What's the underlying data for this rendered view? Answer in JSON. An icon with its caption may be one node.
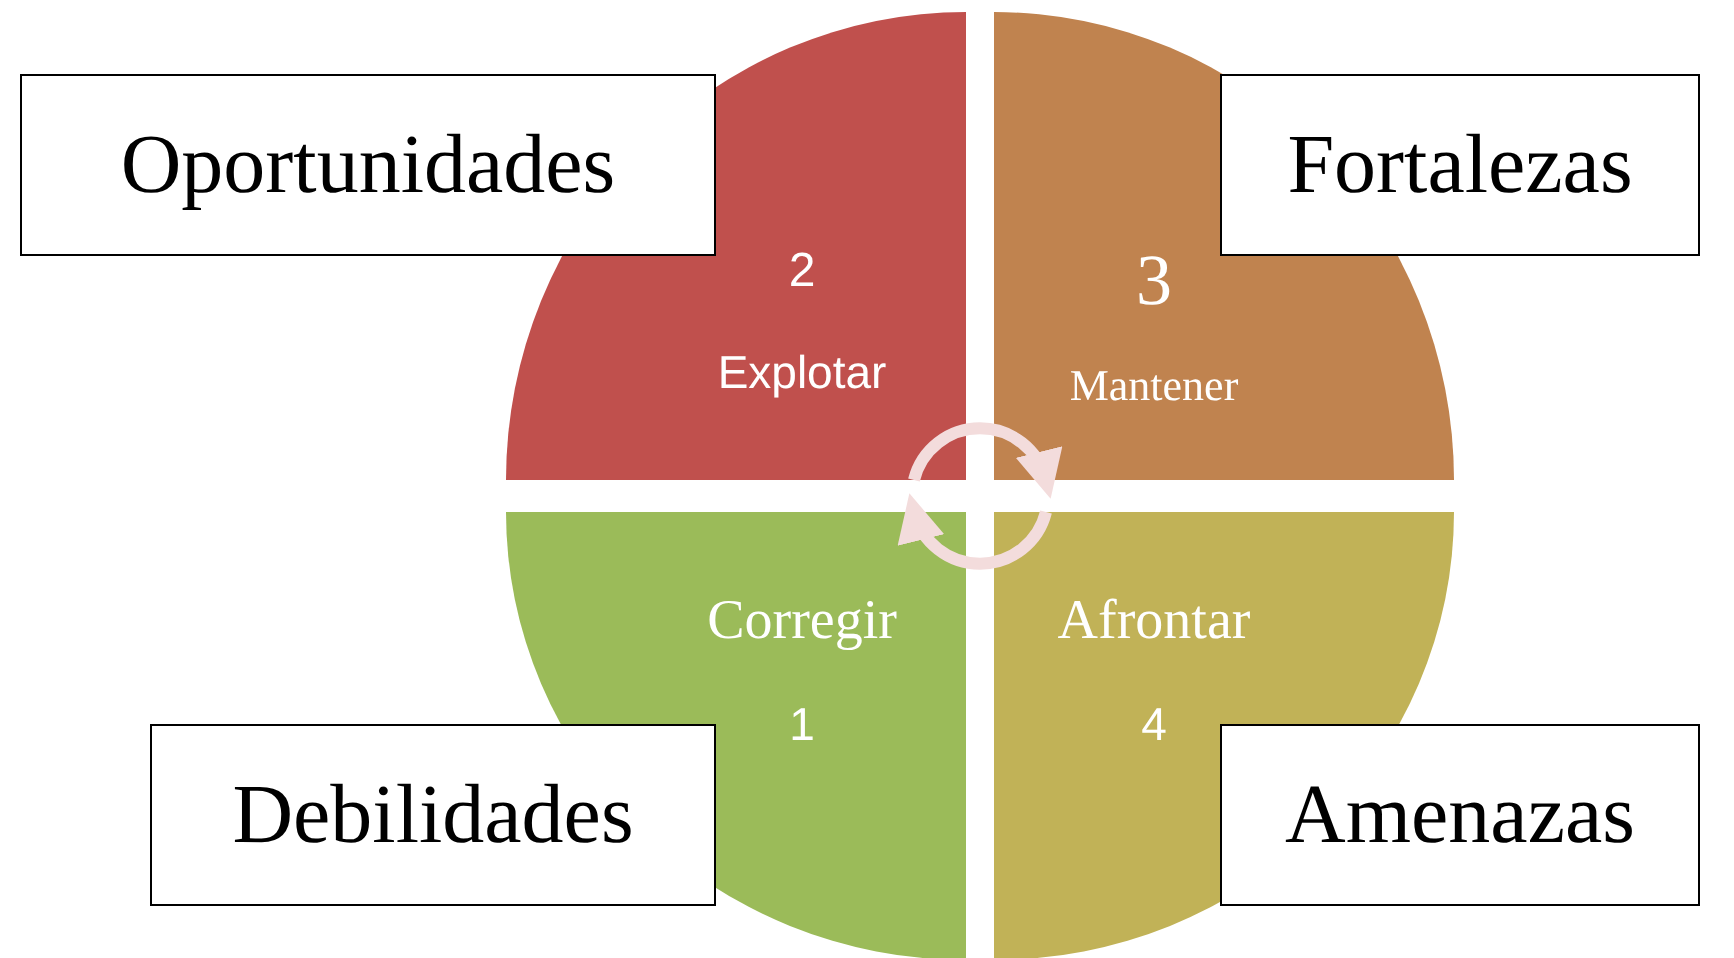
{
  "diagram": {
    "nodes": [
      {
        "text": [
          "2",
          "Explotar"
        ]
      },
      {
        "text": [
          "3",
          "Mantener"
        ]
      },
      {
        "text": [
          "Corregir",
          "1"
        ]
      },
      {
        "text": [
          "Afrontar",
          "4"
        ]
      },
      {
        "text": [
          "Oportunidades"
        ]
      },
      {
        "text": [
          "Fortalezas"
        ]
      },
      {
        "text": [
          "Debilidades"
        ]
      },
      {
        "text": [
          "Amenazas"
        ]
      }
    ],
    "edges": [
      {
        "from": 0,
        "to": 1,
        "arrow": "to"
      },
      {
        "from": 3,
        "to": 2,
        "arrow": "to"
      }
    ]
  }
}
